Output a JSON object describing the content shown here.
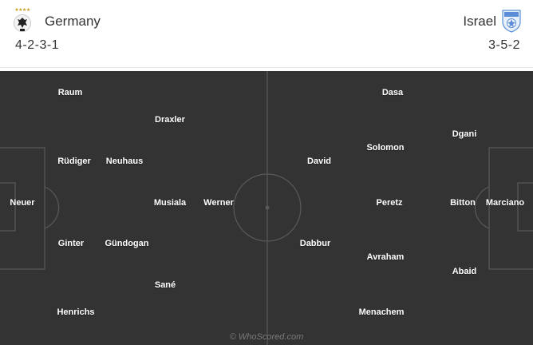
{
  "home": {
    "name": "Germany",
    "formation": "4-2-3-1",
    "stars": "★★★★",
    "crest_icon": "germany-eagle-crest"
  },
  "away": {
    "name": "Israel",
    "formation": "3-5-2",
    "crest_icon": "israel-football-association-crest"
  },
  "home_players": [
    "Neuer",
    "Raum",
    "Rüdiger",
    "Ginter",
    "Henrichs",
    "Neuhaus",
    "Gündogan",
    "Draxler",
    "Musiala",
    "Sané",
    "Werner"
  ],
  "away_players": [
    "Marciano",
    "Dgani",
    "Bitton",
    "Abaid",
    "Dasa",
    "Solomon",
    "Peretz",
    "Avraham",
    "Menachem",
    "David",
    "Dabbur"
  ],
  "watermark": "© WhoScored.com",
  "colors": {
    "pitch": "#333333",
    "lines": "#5a5a5a",
    "player_text": "#ffffff",
    "header_bg": "#ffffff"
  }
}
